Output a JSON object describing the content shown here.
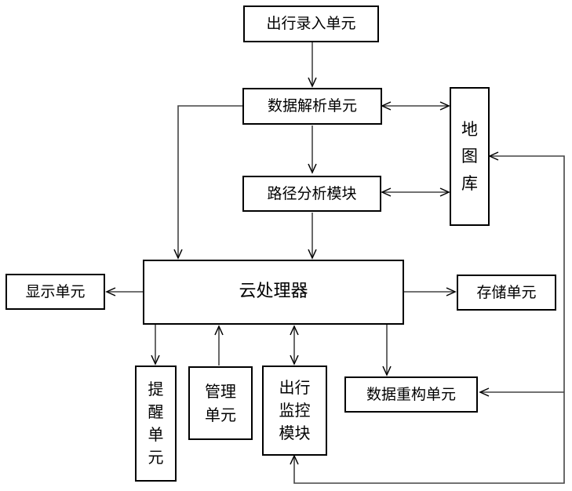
{
  "diagram": {
    "travel_input": "出行录入单元",
    "data_parse": "数据解析单元",
    "route_analysis": "路径分析模块",
    "map_db": [
      "地",
      "图",
      "库"
    ],
    "cloud": "云处理器",
    "display": "显示单元",
    "storage": "存储单元",
    "reminder": [
      "提",
      "醒",
      "单",
      "元"
    ],
    "management": [
      "管理",
      "单元"
    ],
    "monitor": [
      "出行",
      "监控",
      "模块"
    ],
    "reconstruct": "数据重构单元"
  }
}
